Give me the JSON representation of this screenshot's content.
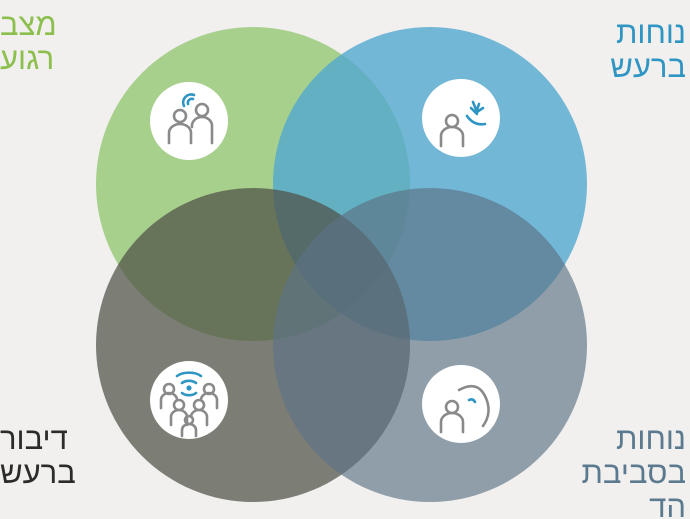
{
  "labels": {
    "top_left": {
      "line1": "מצב",
      "line2": "רגוע",
      "color": "#8cbf4e"
    },
    "top_right": {
      "line1": "נוחות",
      "line2": "ברעש",
      "color": "#2f95c3"
    },
    "bottom_left": {
      "line1": "דיבור",
      "line2": "ברעש",
      "color": "#2b2b2b"
    },
    "bottom_right": {
      "line1": "נוחות",
      "line2": "בסביבת",
      "line3": "הד",
      "color": "#5b7a90"
    }
  },
  "circles": {
    "top_left": {
      "color": "#a3cc88",
      "icon": "two-people-icon"
    },
    "top_right": {
      "color": "#6bb2d4",
      "icon": "person-wind-icon"
    },
    "bottom_left": {
      "color": "#5e5f55",
      "icon": "group-speech-icon"
    },
    "bottom_right": {
      "color": "#7d8f9e",
      "icon": "person-echo-icon"
    }
  }
}
